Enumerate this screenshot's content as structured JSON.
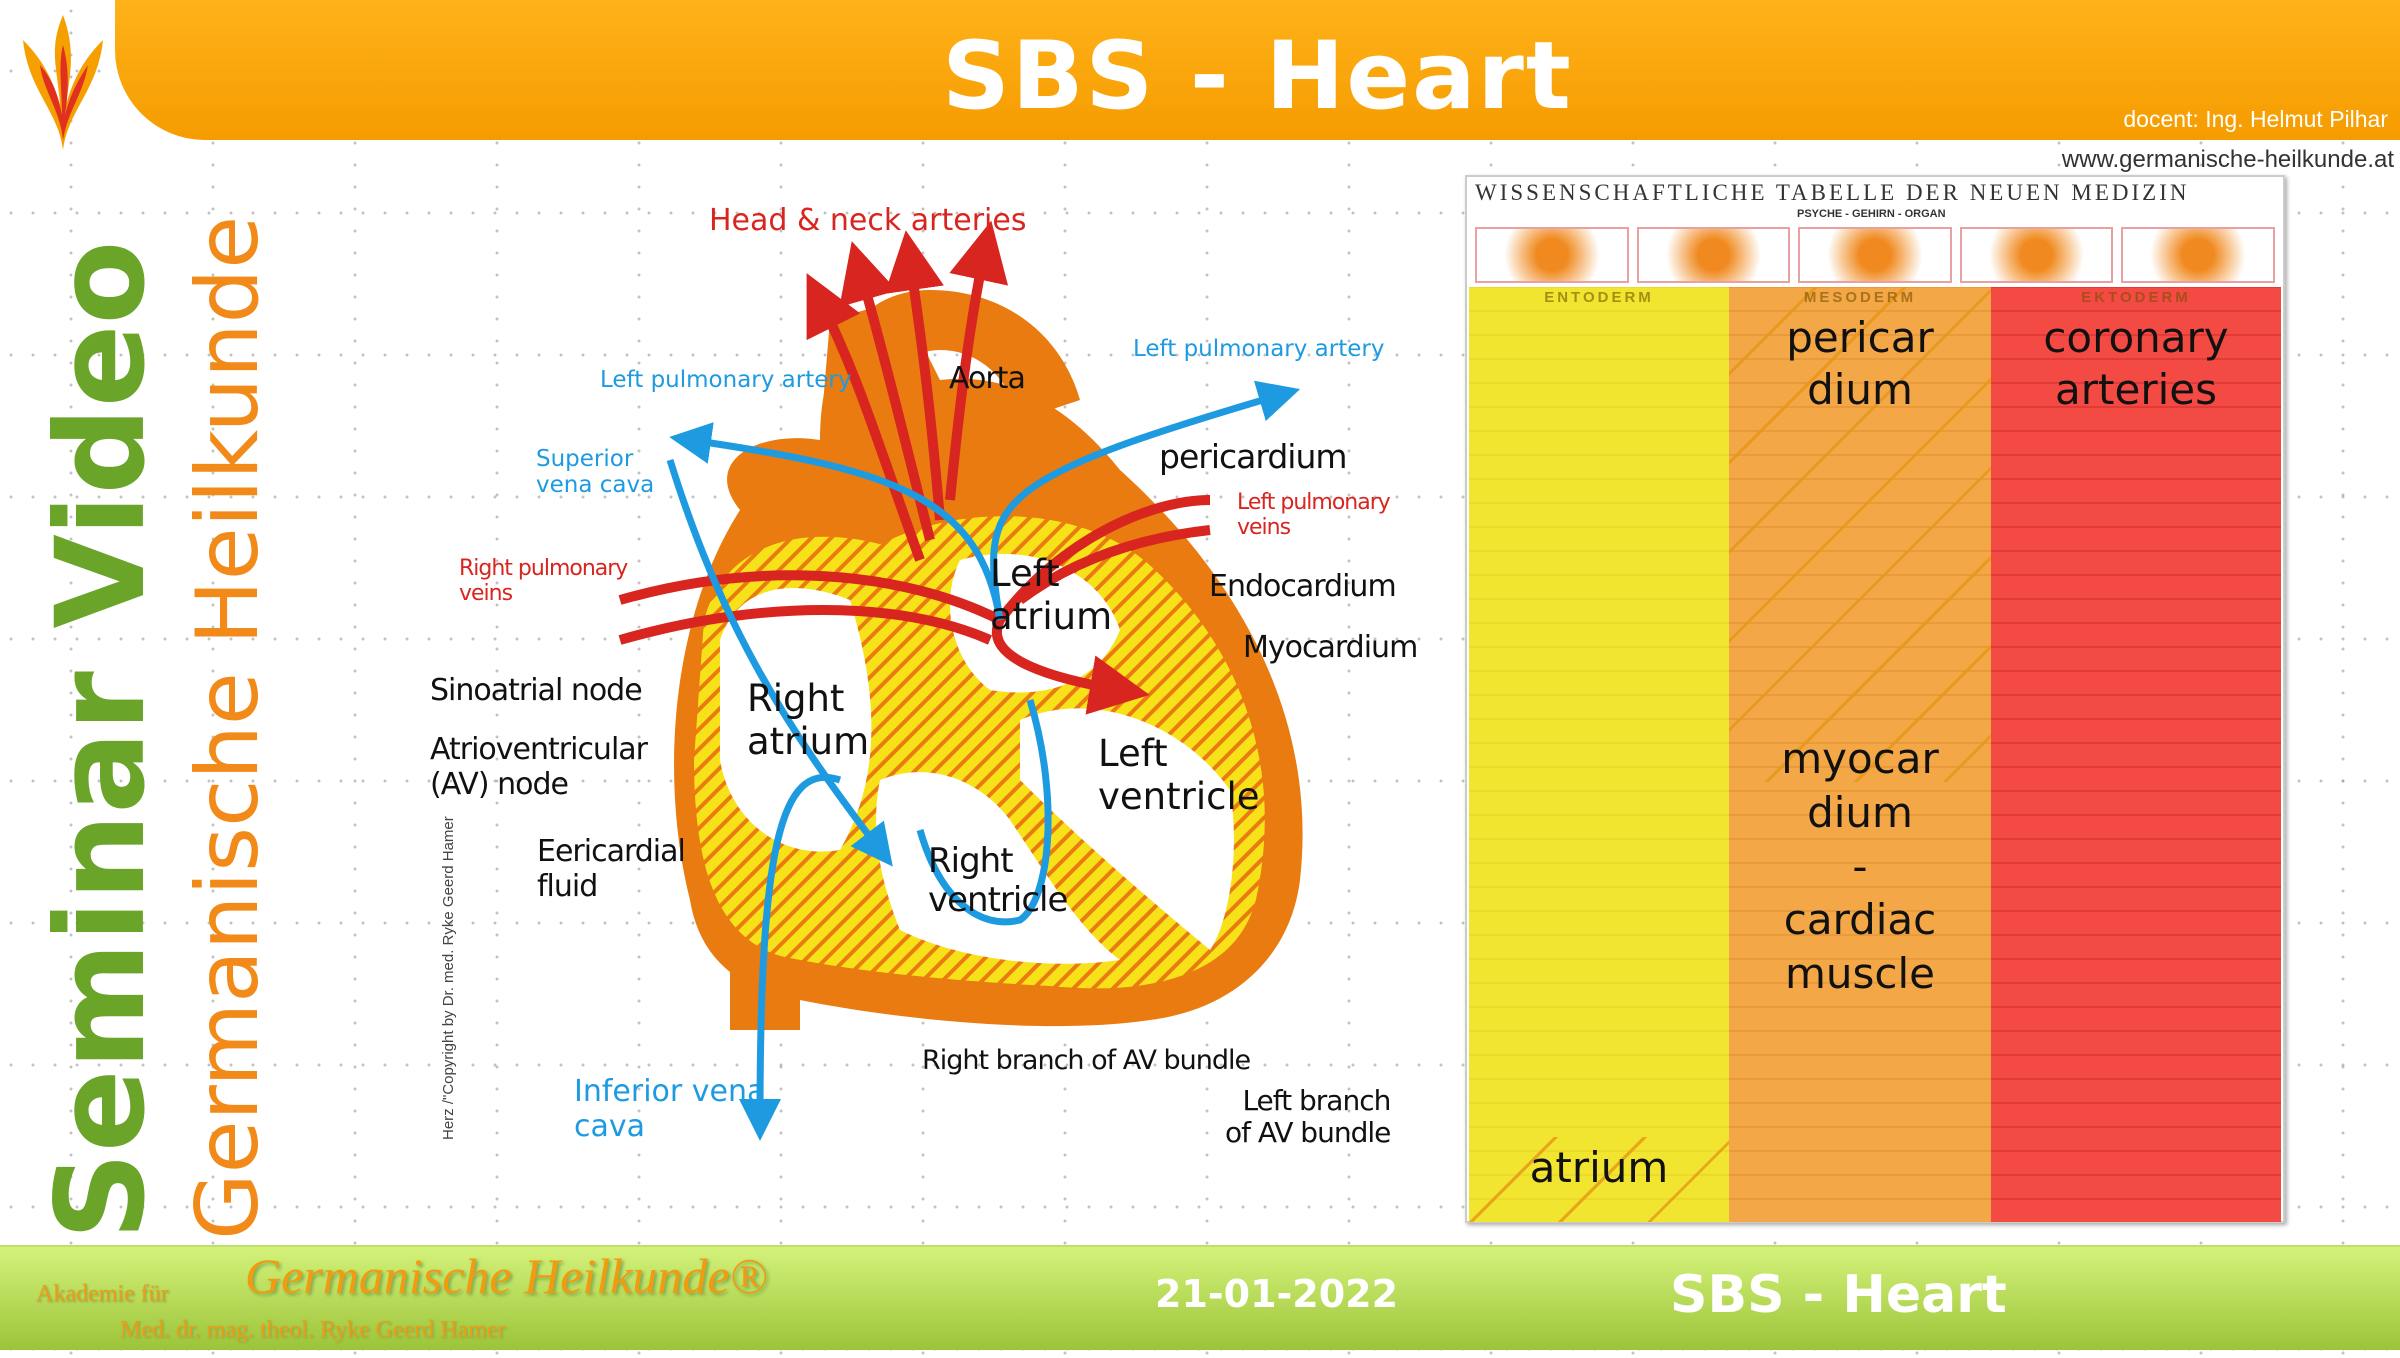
{
  "header": {
    "title": "SBS - Heart",
    "docent": "docent: Ing. Helmut Pilhar",
    "url": "www.germanische-heilkunde.at"
  },
  "side": {
    "seminar": "Seminar Video",
    "brand": "Germanische Heilkunde"
  },
  "diagram": {
    "labels": {
      "head_neck": "Head & neck arteries",
      "aorta": "Aorta",
      "lpa_left": "Left pulmonary artery",
      "lpa_right": "Left pulmonary artery",
      "svc1": "Superior",
      "svc2": "vena cava",
      "pericardium": "pericardium",
      "lpv1": "Left pulmonary",
      "lpv2": "veins",
      "rpv1": "Right pulmonary",
      "rpv2": "veins",
      "endocardium": "Endocardium",
      "myocardium": "Myocardium",
      "sa_node": "Sinoatrial node",
      "av1": "Atrioventricular",
      "av2": "(AV) node",
      "ef1": "Eericardial",
      "ef2": "fluid",
      "la1": "Left",
      "la2": "atrium",
      "ra1": "Right",
      "ra2": "atrium",
      "lv1": "Left",
      "lv2": "ventricle",
      "rv1": "Right",
      "rv2": "ventricle",
      "rb": "Right branch of AV bundle",
      "lb1": "Left branch",
      "lb2": "of AV bundle",
      "ivc1": "Inferior vena",
      "ivc2": "cava"
    },
    "copyright": "Herz /\"Copyright by Dr. med. Ryke Geerd Hamer"
  },
  "table": {
    "title": "WISSENSCHAFTLICHE TABELLE DER NEUEN MEDIZIN",
    "subtitle": "PSYCHE - GEHIRN - ORGAN",
    "germ_layers": [
      "ENTODERM",
      "MESODERM",
      "EKTODERM"
    ],
    "labels": {
      "pericardium1": "pericar",
      "pericardium2": "dium",
      "coronary1": "coronary",
      "coronary2": "arteries",
      "myo1": "myocar",
      "myo2": "dium",
      "myo3": "-",
      "myo4": "cardiac",
      "myo5": "muscle",
      "atrium": "atrium"
    },
    "colors": {
      "entoderm": "#f1e530",
      "mesoderm": "#f3a746",
      "ektoderm": "#f44a44"
    }
  },
  "footer": {
    "akademie": "Akademie für",
    "brand": "Germanische Heilkunde®",
    "author": "Med. dr. mag. theol. Ryke Geerd Hamer",
    "date": "21-01-2022",
    "title": "SBS - Heart"
  }
}
